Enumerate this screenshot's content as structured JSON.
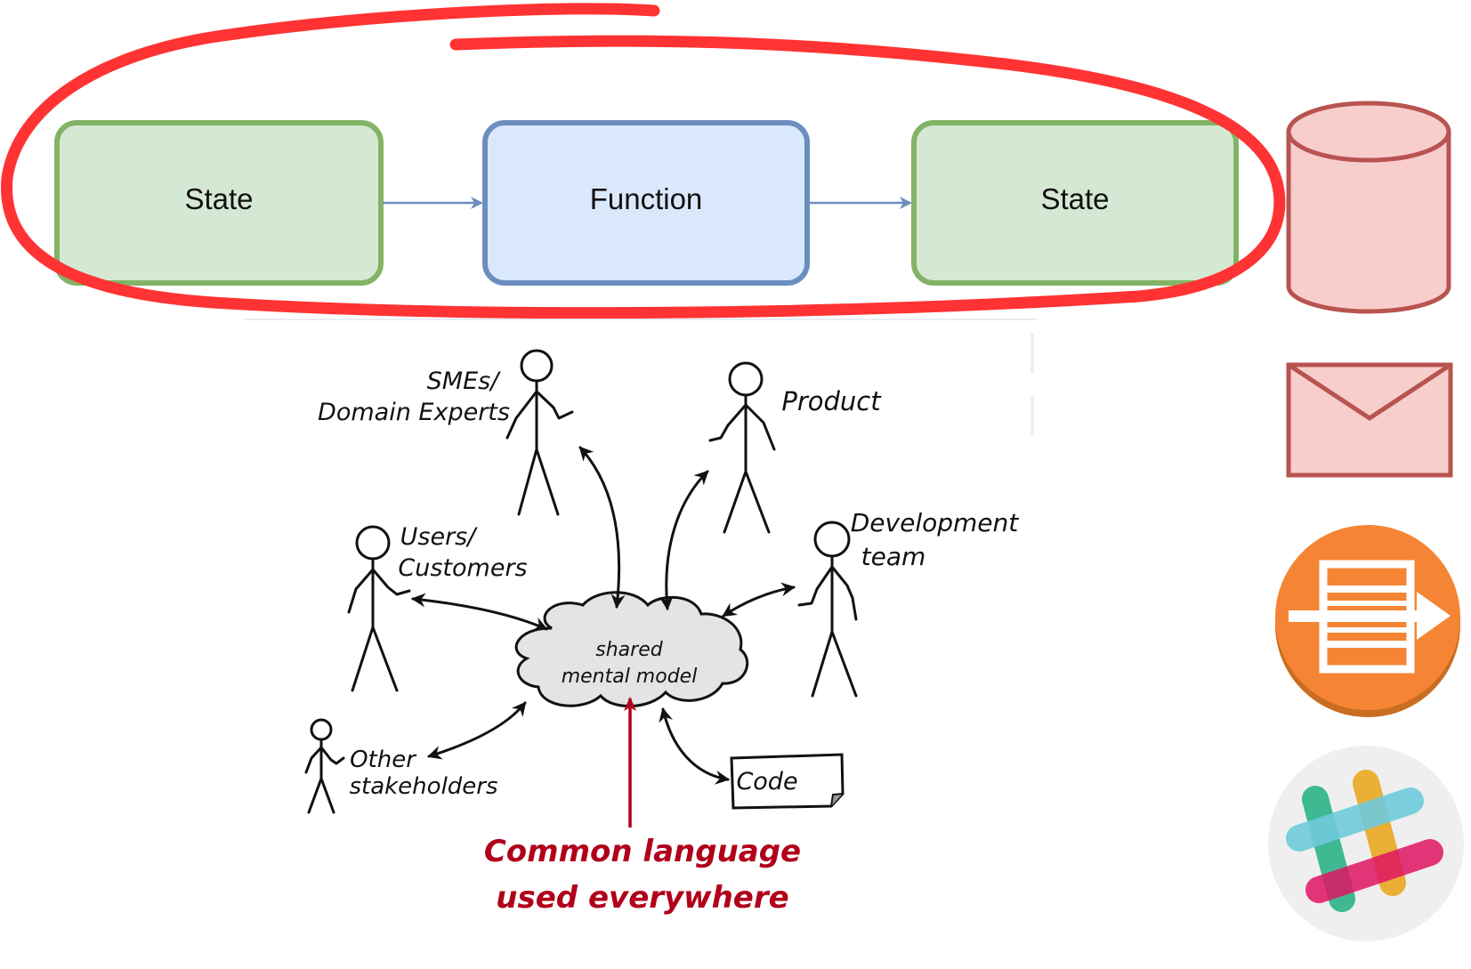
{
  "flow": {
    "state_left": "State",
    "function": "Function",
    "state_right": "State"
  },
  "sketch": {
    "sme_line1": "SMEs/",
    "sme_line2": "Domain Experts",
    "product": "Product",
    "users_line1": "Users/",
    "users_line2": "Customers",
    "dev_line1": "Development",
    "dev_line2": "team",
    "other_line1": "Other",
    "other_line2": "stakeholders",
    "cloud_line1": "shared",
    "cloud_line2": "mental model",
    "code": "Code",
    "common_line1": "Common language",
    "common_line2": "used everywhere"
  },
  "icons": [
    "database-icon",
    "envelope-icon",
    "message-queue-icon",
    "slack-icon"
  ],
  "colors": {
    "state_fill": "#d5e8d4",
    "state_stroke": "#82b366",
    "function_fill": "#dae8fc",
    "function_stroke": "#6c8ebf",
    "connector": "#6c8ebf",
    "highlight_red": "#ff3333",
    "db_fill": "#f8cecc",
    "db_stroke": "#b85450",
    "queue_orange": "#f58534",
    "accent_text_red": "#b0001a"
  }
}
